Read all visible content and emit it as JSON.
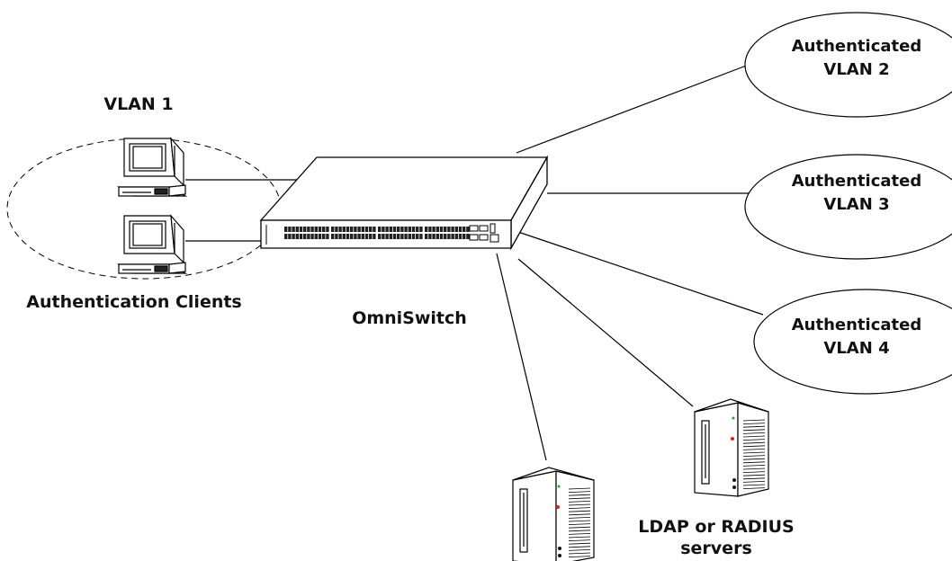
{
  "labels": {
    "vlan1": "VLAN 1",
    "clients": "Authentication Clients",
    "switch": "OmniSwitch",
    "servers_line1": "LDAP or RADIUS",
    "servers_line2": "servers"
  },
  "vlans": [
    {
      "line1": "Authenticated",
      "line2": "VLAN 2"
    },
    {
      "line1": "Authenticated",
      "line2": "VLAN 3"
    },
    {
      "line1": "Authenticated",
      "line2": "VLAN 4"
    }
  ]
}
